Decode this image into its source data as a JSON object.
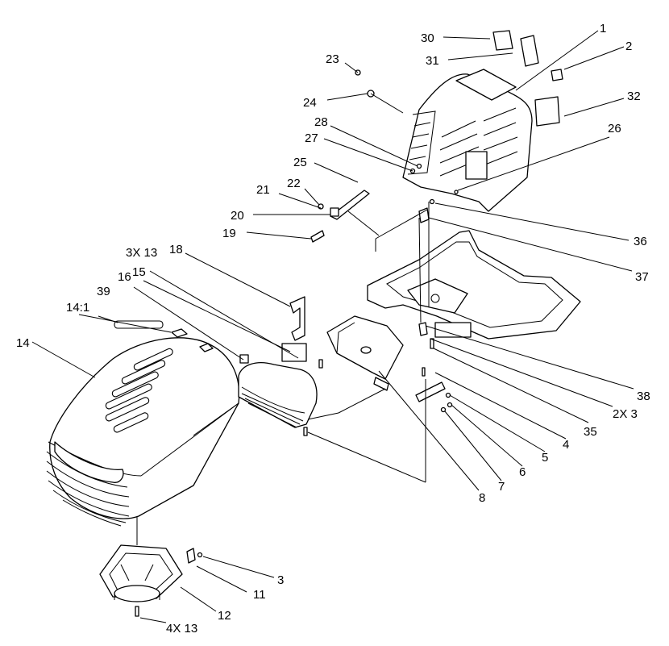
{
  "callouts": [
    {
      "id": "c1",
      "text": "1"
    },
    {
      "id": "c2",
      "text": "2"
    },
    {
      "id": "c3",
      "text": "3"
    },
    {
      "id": "c4",
      "text": "4"
    },
    {
      "id": "c5",
      "text": "5"
    },
    {
      "id": "c6",
      "text": "6"
    },
    {
      "id": "c7",
      "text": "7"
    },
    {
      "id": "c8",
      "text": "8"
    },
    {
      "id": "c11",
      "text": "11"
    },
    {
      "id": "c12",
      "text": "12"
    },
    {
      "id": "c13",
      "text": "4X 13"
    },
    {
      "id": "c14",
      "text": "14"
    },
    {
      "id": "c14_1",
      "text": "14:1"
    },
    {
      "id": "c15",
      "text": "15"
    },
    {
      "id": "c16",
      "text": "16"
    },
    {
      "id": "c18",
      "text": "18"
    },
    {
      "id": "c19",
      "text": "19"
    },
    {
      "id": "c20",
      "text": "20"
    },
    {
      "id": "c21",
      "text": "21"
    },
    {
      "id": "c22",
      "text": "22"
    },
    {
      "id": "c23",
      "text": "23"
    },
    {
      "id": "c24",
      "text": "24"
    },
    {
      "id": "c25",
      "text": "25"
    },
    {
      "id": "c26",
      "text": "26"
    },
    {
      "id": "c27",
      "text": "27"
    },
    {
      "id": "c28",
      "text": "28"
    },
    {
      "id": "c30",
      "text": "30"
    },
    {
      "id": "c31",
      "text": "31"
    },
    {
      "id": "c32",
      "text": "32"
    },
    {
      "id": "c35",
      "text": "35"
    },
    {
      "id": "c36",
      "text": "36"
    },
    {
      "id": "c37",
      "text": "37"
    },
    {
      "id": "c38",
      "text": "38"
    },
    {
      "id": "c39",
      "text": "39"
    },
    {
      "id": "c3x13",
      "text": "3X 13"
    },
    {
      "id": "c2x3",
      "text": "2X 3"
    }
  ]
}
